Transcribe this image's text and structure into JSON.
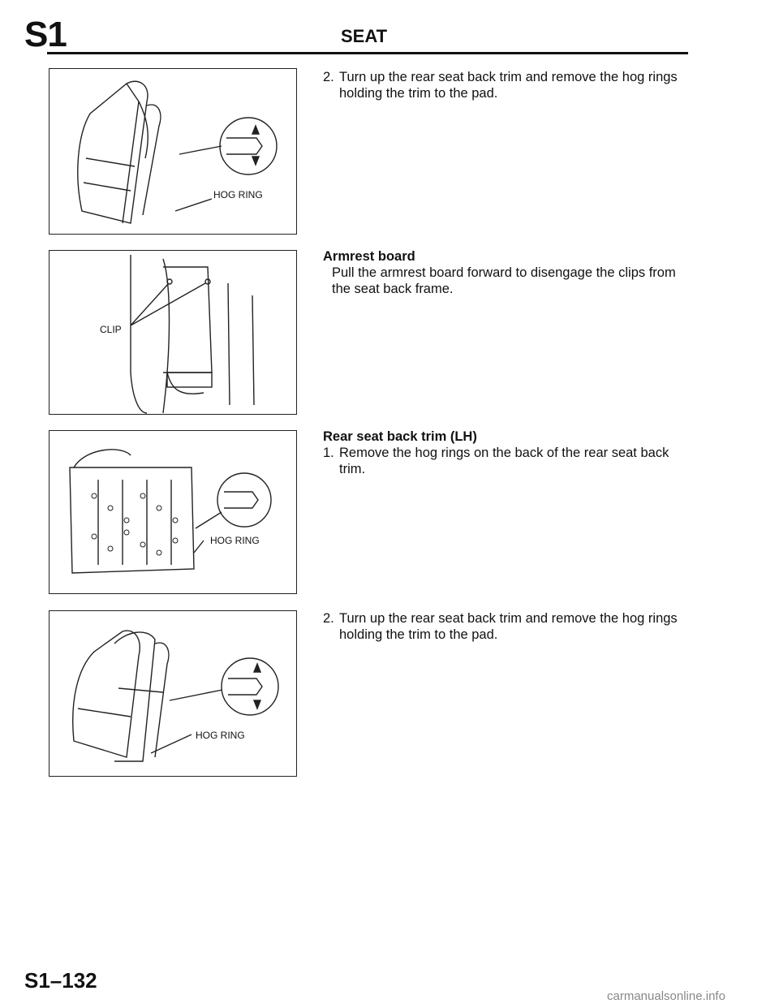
{
  "header": {
    "section_code": "S1",
    "title": "SEAT"
  },
  "figures": [
    {
      "label": "HOG RING"
    },
    {
      "label": "CLIP"
    },
    {
      "label": "HOG RING"
    },
    {
      "label": "HOG RING"
    }
  ],
  "content": {
    "block1": {
      "step_number": "2.",
      "text": "Turn up the rear seat back trim and remove the hog rings holding the trim to the pad."
    },
    "block2": {
      "heading": "Armrest board",
      "text": "Pull the armrest board forward to disengage the clips from the seat back frame."
    },
    "block3": {
      "heading": "Rear seat back trim (LH)",
      "step_number": "1.",
      "text": "Remove the hog rings on the back of the rear seat back trim."
    },
    "block4": {
      "step_number": "2.",
      "text": "Turn up the rear seat back trim and remove the hog rings holding the trim to the pad."
    }
  },
  "footer": {
    "page_number": "S1–132",
    "watermark": "carmanualsonline.info"
  }
}
